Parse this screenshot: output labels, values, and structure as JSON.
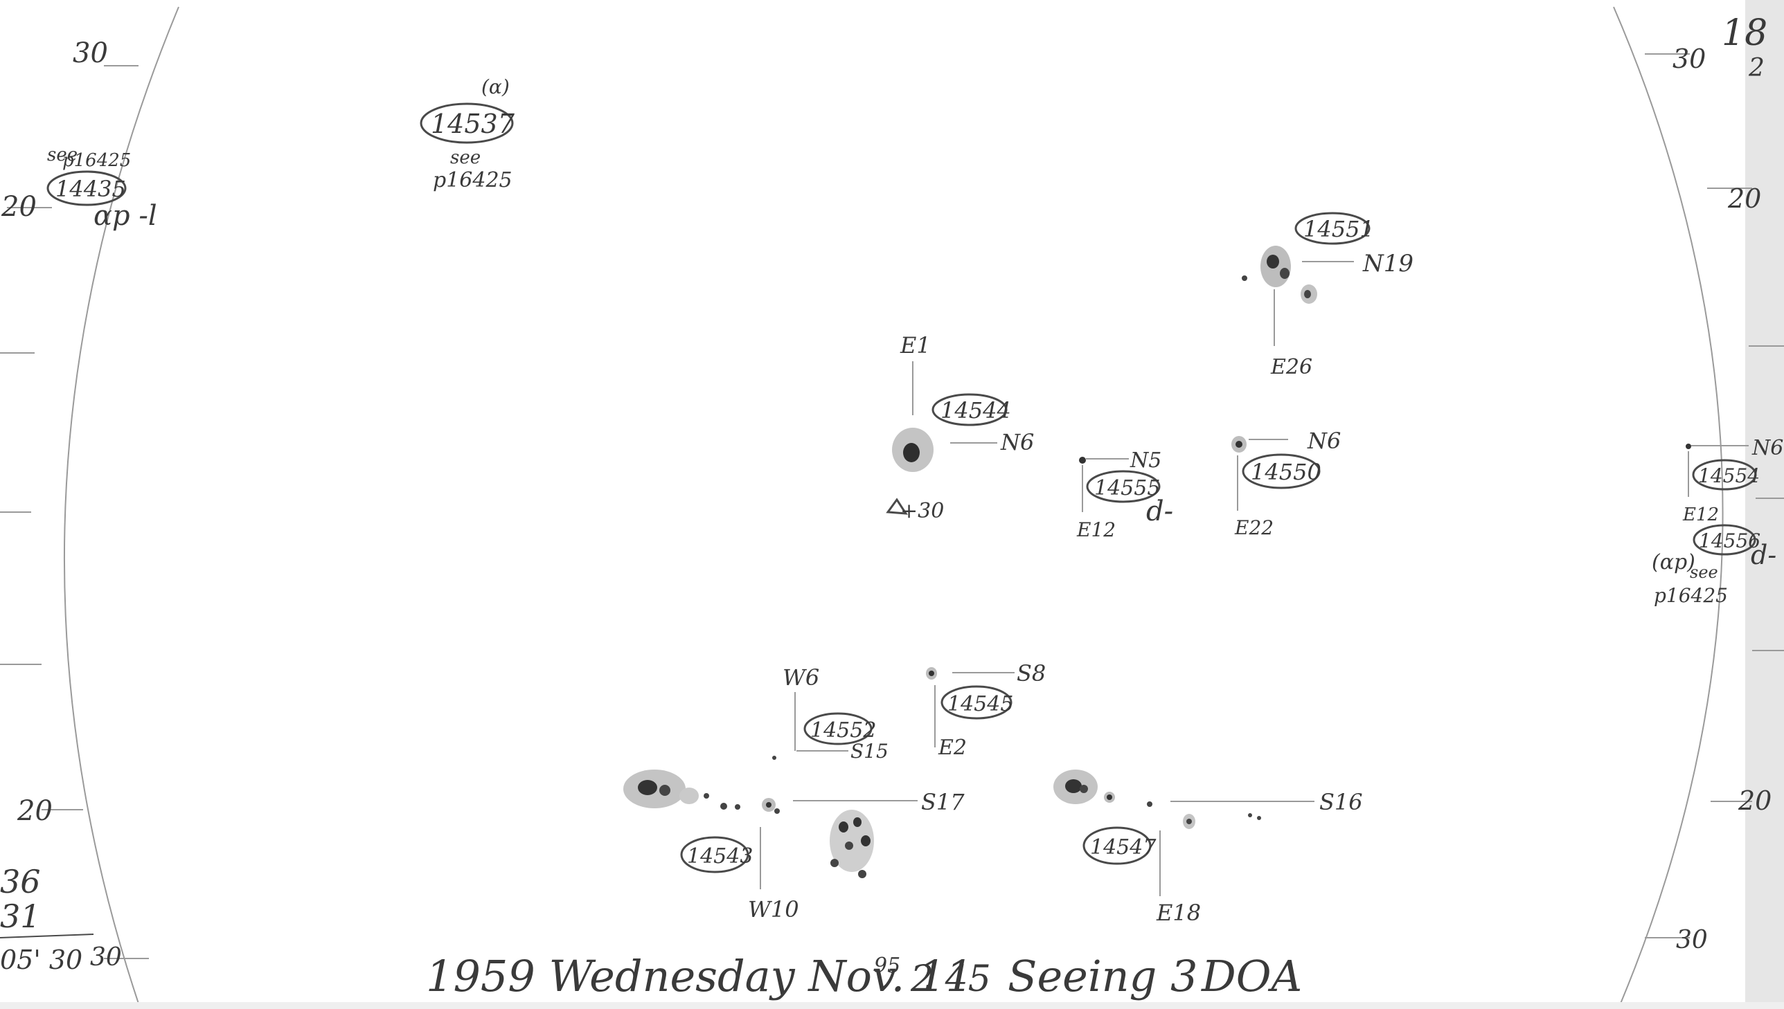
{
  "rim_marks": {
    "left": [
      "30",
      "20",
      "20",
      "30"
    ],
    "right": [
      "30",
      "20",
      "20",
      "30"
    ]
  },
  "corner_number": {
    "top": "18",
    "bottom": "2"
  },
  "left_tally": {
    "line1": "36",
    "line2": "31",
    "line3": "05' 30"
  },
  "groups": [
    {
      "id": "14537",
      "note_top": "(α)",
      "note_bottom_1": "see",
      "note_bottom_2": "p16425"
    },
    {
      "id": "14435",
      "note_top_1": "see",
      "note_top_2": "p16425",
      "note_side": "αp -l"
    },
    {
      "id": "14551",
      "lat": "N19",
      "lon": "E26"
    },
    {
      "id": "14544",
      "lat": "N6",
      "lon": "E1",
      "note": "+30"
    },
    {
      "id": "14555",
      "lat": "N5",
      "lon": "E12",
      "note": "d-"
    },
    {
      "id": "14550",
      "lat": "N6",
      "lon": "E22"
    },
    {
      "id": "14554",
      "lat": "N6",
      "lon": "E12"
    },
    {
      "id": "14556",
      "note_side": "d-",
      "note_left": "(αp)",
      "note_below_1": "see",
      "note_below_2": "p16425"
    },
    {
      "id": "14552",
      "lat": "S15",
      "lon": "W6"
    },
    {
      "id": "14545",
      "lat": "S8",
      "lon": "E2"
    },
    {
      "id": "14543",
      "lat": "S17",
      "lon": "W10"
    },
    {
      "id": "14547",
      "lat": "S16",
      "lon": "E18"
    }
  ],
  "footer": {
    "date_line": "1959 Wednesday Nov. 11",
    "superscript": "95",
    "time": "2 45",
    "seeing": "Seeing 3",
    "observer": "DOA"
  }
}
